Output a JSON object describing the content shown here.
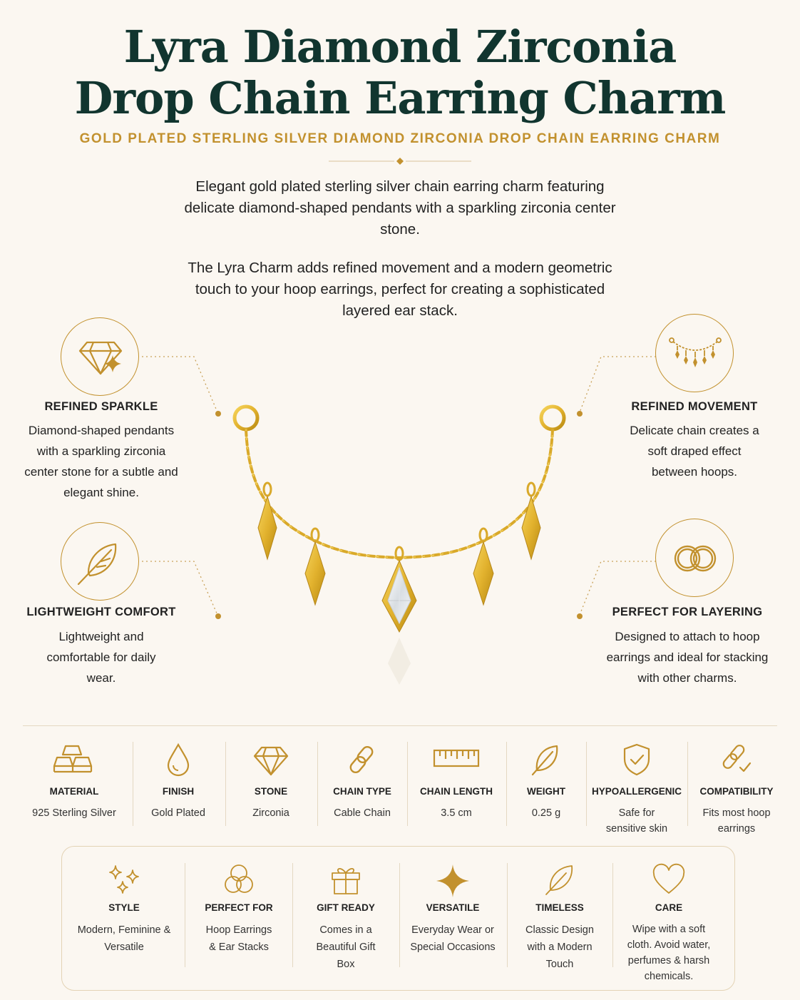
{
  "header": {
    "title_line1": "Lyra Diamond Zirconia",
    "title_line2": "Drop Chain Earring Charm",
    "subtitle": "GOLD PLATED STERLING SILVER DIAMOND ZIRCONIA DROP CHAIN EARRING CHARM",
    "intro1": "Elegant gold plated sterling silver chain earring charm featuring delicate diamond-shaped pendants with a sparkling zirconia center stone.",
    "intro2": "The Lyra Charm adds refined movement and a modern geometric touch to your hoop earrings, perfect for creating a sophisticated layered ear stack."
  },
  "features": {
    "sparkle": {
      "icon": "diamond-sparkle-icon",
      "title": "REFINED SPARKLE",
      "text": "Diamond-shaped pendants with a sparkling zirconia center stone for a subtle and elegant shine."
    },
    "comfort": {
      "icon": "feather-icon",
      "title": "LIGHTWEIGHT COMFORT",
      "text": "Lightweight and comfortable for daily wear."
    },
    "movement": {
      "icon": "chain-icon",
      "title": "REFINED MOVEMENT",
      "text": "Delicate chain creates a soft draped effect between hoops."
    },
    "layering": {
      "icon": "rings-icon",
      "title": "PERFECT FOR LAYERING",
      "text": "Designed to attach to hoop earrings and ideal for stacking with other charms."
    }
  },
  "specs": [
    {
      "icon": "gold-bars-icon",
      "label": "MATERIAL",
      "value": "925 Sterling Silver"
    },
    {
      "icon": "drop-icon",
      "label": "FINISH",
      "value": "Gold Plated"
    },
    {
      "icon": "diamond-icon",
      "label": "STONE",
      "value": "Zirconia"
    },
    {
      "icon": "link-icon",
      "label": "CHAIN TYPE",
      "value": "Cable Chain"
    },
    {
      "icon": "ruler-icon",
      "label": "CHAIN LENGTH",
      "value": "3.5 cm"
    },
    {
      "icon": "leaf-icon",
      "label": "WEIGHT",
      "value": "0.25 g"
    },
    {
      "icon": "shield-check-icon",
      "label": "HYPOALLERGENIC",
      "value": "Safe for sensitive skin"
    },
    {
      "icon": "link-check-icon",
      "label": "COMPATIBILITY",
      "value": "Fits most hoop earrings"
    }
  ],
  "details": [
    {
      "icon": "sparkles-icon",
      "label": "STYLE",
      "value": "Modern, Feminine & Versatile"
    },
    {
      "icon": "circles-icon",
      "label": "PERFECT FOR",
      "value": "Hoop Earrings & Ear Stacks"
    },
    {
      "icon": "gift-icon",
      "label": "GIFT READY",
      "value": "Comes in a Beautiful Gift Box"
    },
    {
      "icon": "star-icon",
      "label": "VERSATILE",
      "value": "Everyday Wear or Special Occasions"
    },
    {
      "icon": "leaf-icon",
      "label": "TIMELESS",
      "value": "Classic Design with a Modern Touch"
    },
    {
      "icon": "heart-icon",
      "label": "CARE",
      "value": "Wipe with a soft cloth. Avoid water, perfumes & harsh chemicals."
    }
  ],
  "colors": {
    "gold": "#c2912e",
    "title": "#11352f",
    "background": "#fbf7f1"
  }
}
